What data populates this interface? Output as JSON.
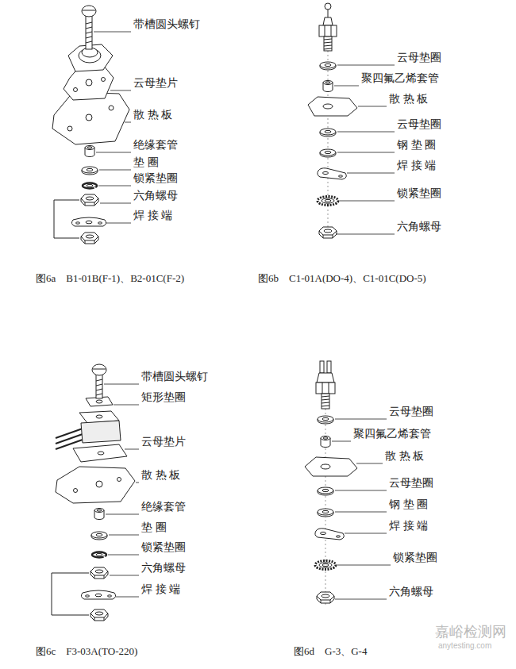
{
  "diagram": {
    "labels": [
      "带槽圆头螺钉",
      "云母垫片",
      "散 热 板",
      "绝缘套管",
      "垫 圈",
      "锁紧垫圈",
      "六角螺母",
      "焊 接 端",
      "图6a　B1-01B(F-1)、B2-01C(F-2)",
      "云母垫圈",
      "聚四氟乙烯套管",
      "散 热 板",
      "云母垫圈",
      "钢 垫 圈",
      "焊 接 端",
      "锁紧垫圈",
      "六角螺母",
      "图6b　C1-01A(DO-4)、C1-01C(DO-5)",
      "带槽圆头螺钉",
      "矩形垫圈",
      "云母垫片",
      "散 热 板",
      "绝缘套管",
      "垫 圈",
      "锁紧垫圈",
      "六角螺母",
      "焊 接 端",
      "图6c　F3-03A(TO-220)",
      "云母垫圈",
      "聚四氟乙烯套管",
      "散 热 板",
      "云母垫圈",
      "钢 垫 圈",
      "焊 接 端",
      "锁紧垫圈",
      "六角螺母",
      "图6d　G-3、G-4",
      "嘉峪检测网",
      "anytesting.com"
    ]
  }
}
